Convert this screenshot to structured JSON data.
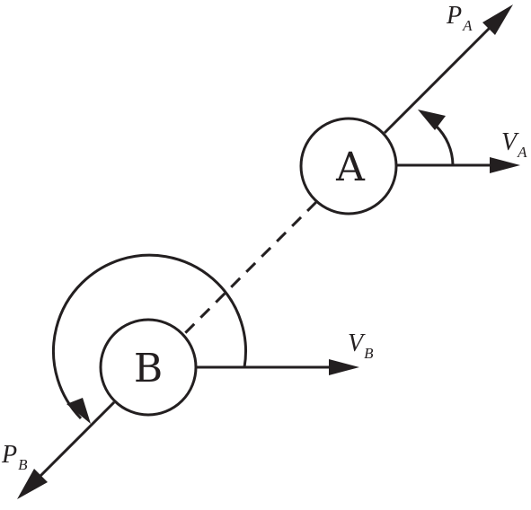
{
  "nodes": {
    "a": {
      "label": "A"
    },
    "b": {
      "label": "B"
    }
  },
  "vectors": {
    "p_a": {
      "main": "P",
      "sub": "A"
    },
    "v_a": {
      "main": "V",
      "sub": "A"
    },
    "v_b": {
      "main": "V",
      "sub": "B"
    },
    "p_b": {
      "main": "P",
      "sub": "B"
    }
  },
  "colors": {
    "stroke": "#231f20",
    "background": "#ffffff"
  }
}
